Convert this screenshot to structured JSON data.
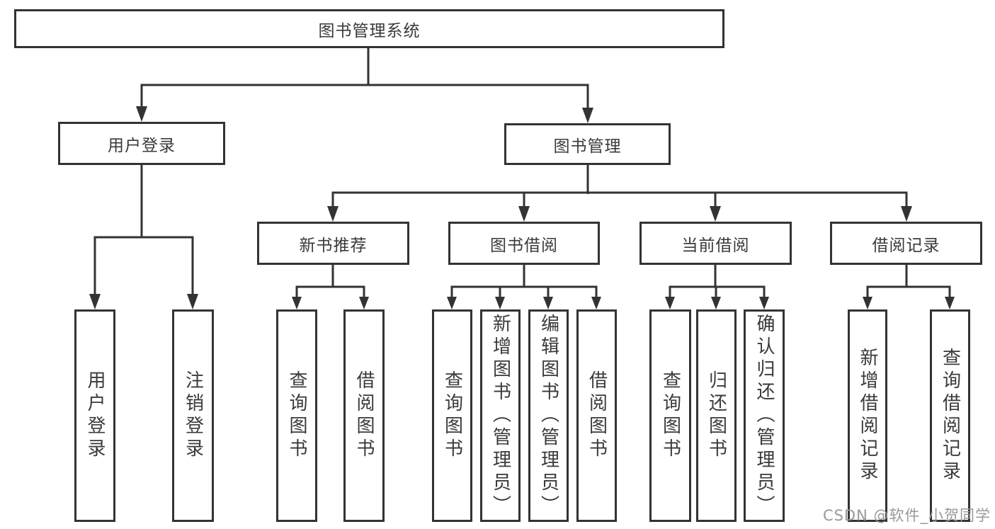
{
  "diagram": {
    "title": "图书管理系统",
    "root": {
      "label": "图书管理系统"
    },
    "branches": [
      {
        "label": "用户登录",
        "children": [
          {
            "label": "用户登录"
          },
          {
            "label": "注销登录"
          }
        ]
      },
      {
        "label": "图书管理",
        "children": [
          {
            "label": "新书推荐",
            "children": [
              {
                "label": "查询图书"
              },
              {
                "label": "借阅图书"
              }
            ]
          },
          {
            "label": "图书借阅",
            "children": [
              {
                "label": "查询图书"
              },
              {
                "label": "新增图书（管理员）"
              },
              {
                "label": "编辑图书（管理员）"
              },
              {
                "label": "借阅图书"
              }
            ]
          },
          {
            "label": "当前借阅",
            "children": [
              {
                "label": "查询图书"
              },
              {
                "label": "归还图书"
              },
              {
                "label": "确认归还（管理员）"
              }
            ]
          },
          {
            "label": "借阅记录",
            "children": [
              {
                "label": "新增借阅记录"
              },
              {
                "label": "查询借阅记录"
              }
            ]
          }
        ]
      }
    ]
  },
  "watermark": {
    "text": "CSDN @软件_小贺同学"
  },
  "colors": {
    "line": "#333333",
    "border": "#333333",
    "text": "#3a3a3a",
    "background": "#ffffff",
    "watermark": "#999999"
  }
}
